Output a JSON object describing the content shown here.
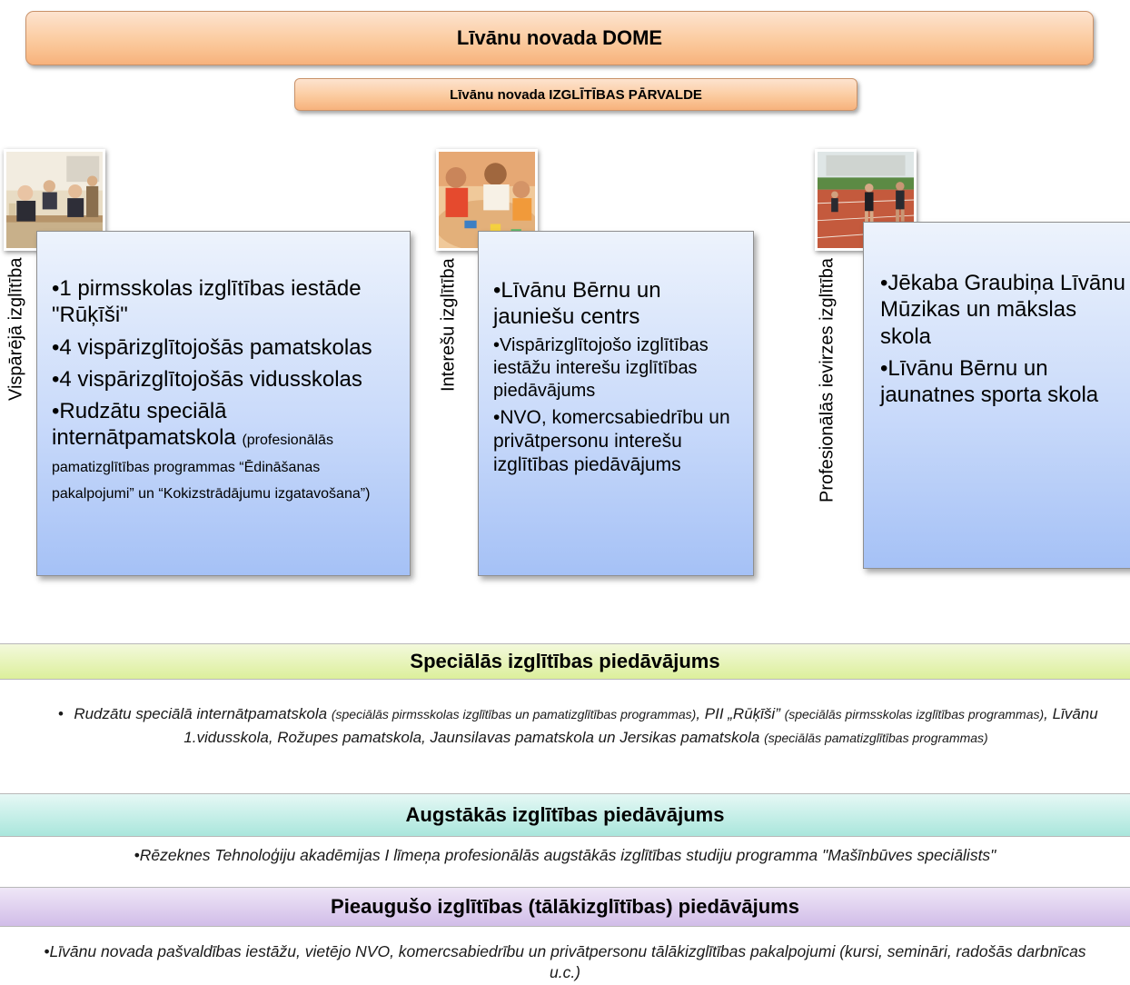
{
  "header": {
    "title": "Līvānu novada DOME",
    "subtitle": "Līvānu novada IZGLĪTĪBAS PĀRVALDE"
  },
  "columns": [
    {
      "label": "Vispārējā izglītība",
      "items": [
        {
          "bullet": "•",
          "text": "1 pirmsskolas izglītības iestāde \"Rūķīši\""
        },
        {
          "bullet": "•",
          "text": "4 vispārizglītojošās pamatskolas"
        },
        {
          "bullet": "•",
          "text": "4 vispārizglītojošās vidusskolas"
        },
        {
          "bullet": "•",
          "text": "Rudzātu speciālā internātpamatskola",
          "note": "(profesionālās pamatizglītības programmas “Ēdināšanas pakalpojumi” un “Kokizstrādājumu izgatavošana”)"
        }
      ]
    },
    {
      "label": "Interešu izglītība",
      "items": [
        {
          "bullet": "•",
          "text": "Līvānu Bērnu un jauniešu centrs"
        },
        {
          "bullet": "•",
          "text": "Vispārizglītojošo izglītības iestāžu interešu izglītības piedāvājums"
        },
        {
          "bullet": "•",
          "text": "NVO, komercsabiedrību un privātpersonu interešu izglītības piedāvājums"
        }
      ]
    },
    {
      "label": "Profesionālās ievirzes izglītība",
      "items": [
        {
          "bullet": "•",
          "text": "Jēkaba Graubiņa Līvānu Mūzikas un mākslas skola"
        },
        {
          "bullet": "•",
          "text": "Līvānu Bērnu un jaunatnes sporta skola"
        }
      ]
    }
  ],
  "special": {
    "title": "Speciālās izglītības piedāvājums",
    "bullet": "•",
    "p1_a": "Rudzātu speciālā internātpamatskola",
    "p1_b": "(speciālās pirmsskolas izglītības un pamatizglītības programmas)",
    "p1_c": ", PII „Rūķīši”",
    "p1_d": "(speciālās pirmsskolas izglītības programmas)",
    "p1_e": ", Līvānu 1.vidusskola, Rožupes pamatskola, Jaunsilavas pamatskola un Jersikas pamatskola",
    "p1_f": "(speciālās pamatizglītības programmas)"
  },
  "higher": {
    "title": "Augstākās izglītības piedāvājums",
    "text": "•Rēzeknes Tehnoloģiju akadēmijas I līmeņa profesionālās augstākās izglītības studiju programma \"Mašīnbūves speciālists\""
  },
  "adult": {
    "title": "Pieaugušo izglītības (tālākizglītības) piedāvājums",
    "text": "•Līvānu novada pašvaldības iestāžu, vietējo NVO, komercsabiedrību un privātpersonu tālākizglītības pakalpojumi (kursi, semināri, radošās darbnīcas u.c.)"
  }
}
